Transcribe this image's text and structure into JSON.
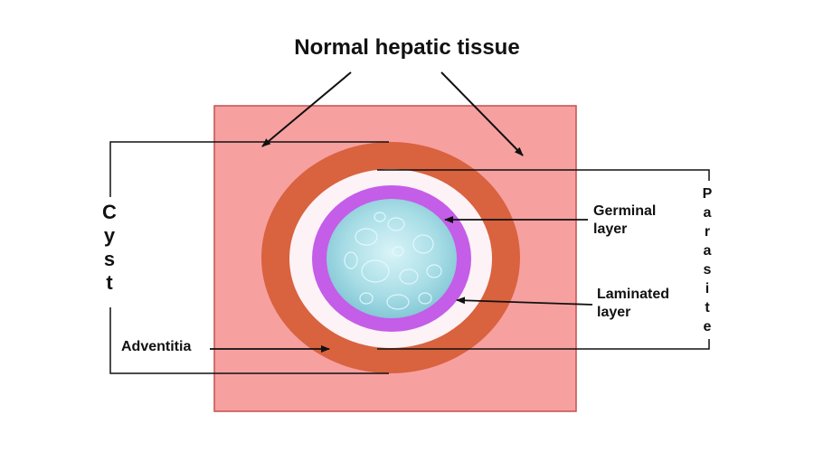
{
  "title": "Normal hepatic tissue",
  "labels": {
    "germinal": "Germinal\nlayer",
    "laminated": "Laminated\nlayer",
    "adventitia": "Adventitia",
    "cyst": "Cyst",
    "parasite": "Parasite"
  },
  "colors": {
    "hepatic_tissue": "#f7a0a0",
    "adventitia": "#d9623f",
    "laminated_layer": "#fdf2f6",
    "germinal_layer": "#c45de8",
    "cyst_fluid": "#a8dde6",
    "line": "#111111"
  }
}
